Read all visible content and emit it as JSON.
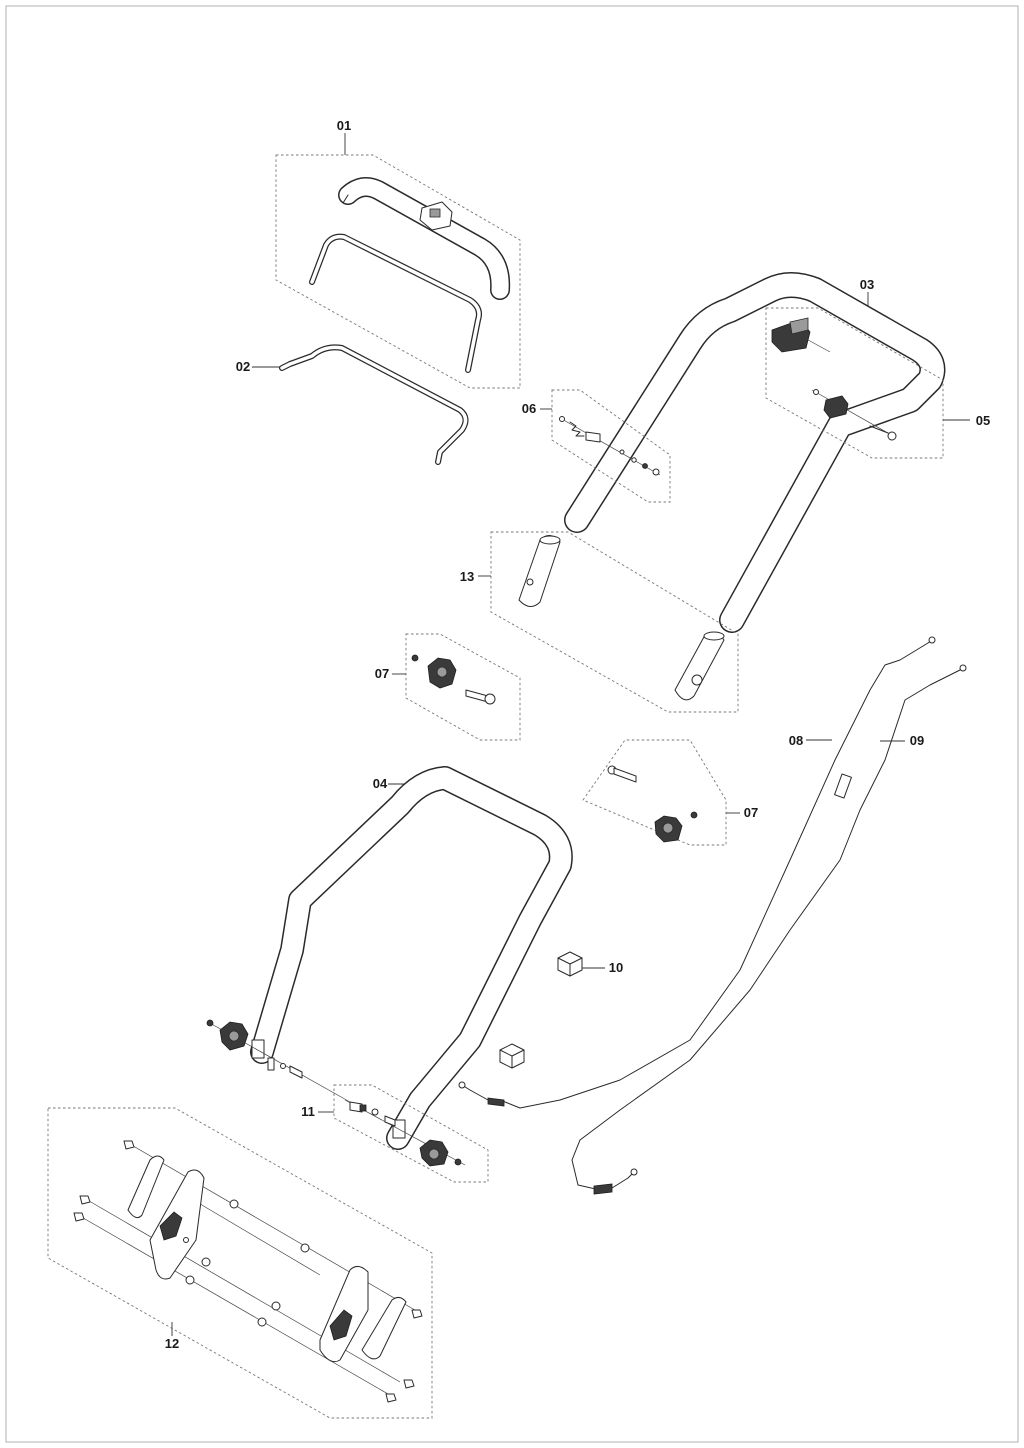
{
  "callouts": [
    {
      "id": "01",
      "label": "01"
    },
    {
      "id": "02",
      "label": "02"
    },
    {
      "id": "03",
      "label": "03"
    },
    {
      "id": "04",
      "label": "04"
    },
    {
      "id": "05",
      "label": "05"
    },
    {
      "id": "06",
      "label": "06"
    },
    {
      "id": "07a",
      "label": "07"
    },
    {
      "id": "07b",
      "label": "07"
    },
    {
      "id": "08",
      "label": "08"
    },
    {
      "id": "09",
      "label": "09"
    },
    {
      "id": "10",
      "label": "10"
    },
    {
      "id": "11",
      "label": "11"
    },
    {
      "id": "12",
      "label": "12"
    },
    {
      "id": "13",
      "label": "13"
    }
  ],
  "colors": {
    "line": "#2a2a2a",
    "dashed_box": "#777777",
    "background": "#ffffff",
    "frame": "#b0b0b0"
  }
}
